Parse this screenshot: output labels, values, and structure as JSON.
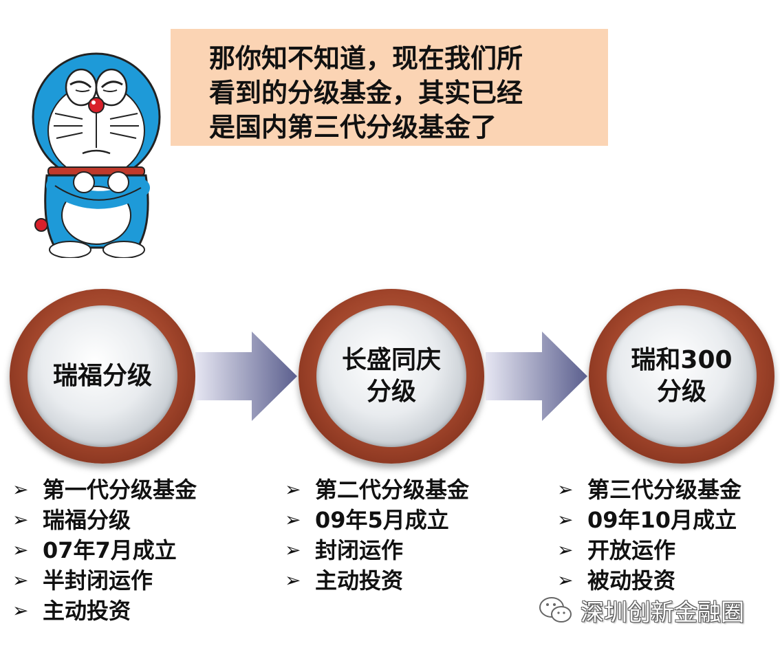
{
  "speech": {
    "lines": [
      "那你知不知道，现在我们所",
      "看到的分级基金，其实已经",
      "是国内第三代分级基金了"
    ]
  },
  "colors": {
    "bubble_bg": "#fbd4b4",
    "ring": "#a1452b",
    "arrow": "#7b7fa8"
  },
  "mascot": {
    "icon": "doraemon-mascot"
  },
  "generations": [
    {
      "circle_lines": [
        "瑞福分级"
      ],
      "details": [
        "第一代分级基金",
        "瑞福分级",
        "07年7月成立",
        "半封闭运作",
        "主动投资"
      ]
    },
    {
      "circle_lines": [
        "长盛同庆",
        "分级"
      ],
      "details": [
        "第二代分级基金",
        "09年5月成立",
        "封闭运作",
        "主动投资"
      ]
    },
    {
      "circle_lines": [
        "瑞和300",
        "分级"
      ],
      "details": [
        "第三代分级基金",
        "09年10月成立",
        "开放运作",
        "被动投资"
      ]
    }
  ],
  "bullet_symbol": "➢",
  "watermark": {
    "text": "深圳创新金融圈",
    "icon": "wechat-icon"
  }
}
